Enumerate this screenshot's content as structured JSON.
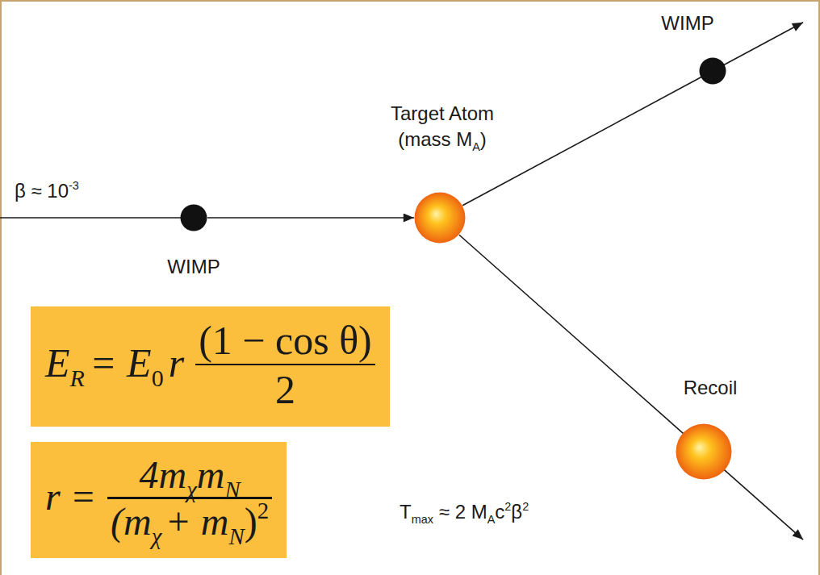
{
  "diagram": {
    "nodes": [
      {
        "text": [
          "WIMP"
        ]
      },
      {
        "text": [
          "Target Atom",
          "(mass M",
          "A",
          ")"
        ]
      },
      {
        "text": [
          "WIMP"
        ]
      },
      {
        "text": [
          "Recoil"
        ]
      },
      {
        "text": [
          "E",
          "R",
          "= E",
          "0",
          "r",
          "(1 − cos θ)",
          "2"
        ]
      },
      {
        "text": [
          "r =",
          "4m",
          "χ",
          "m",
          "N",
          "(m",
          "χ",
          "+ m",
          "N",
          ")",
          "2"
        ]
      }
    ],
    "edges": [
      {
        "from": 0,
        "to": 1,
        "arrow": "to"
      },
      {
        "from": 1,
        "to": 2,
        "arrow": "to"
      },
      {
        "from": 1,
        "to": 3,
        "arrow": "to"
      }
    ],
    "labels": [
      "β ≈ 10",
      "-3",
      "T",
      "max",
      "≈ 2 M",
      "A",
      "c",
      "2",
      "β",
      "2"
    ]
  }
}
